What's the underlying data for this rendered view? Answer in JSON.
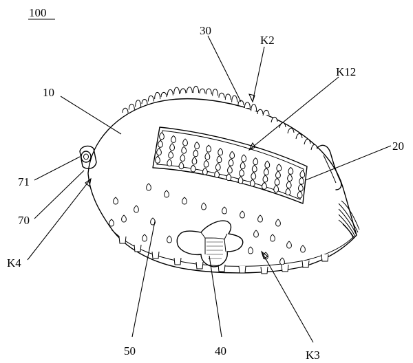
{
  "figure": {
    "number": "100",
    "labels": {
      "l30": "30",
      "lK2": "K2",
      "lK12": "K12",
      "l10": "10",
      "l20": "20",
      "l71": "71",
      "l70": "70",
      "lK4": "K4",
      "l50": "50",
      "l40": "40",
      "lK3": "K3"
    }
  }
}
